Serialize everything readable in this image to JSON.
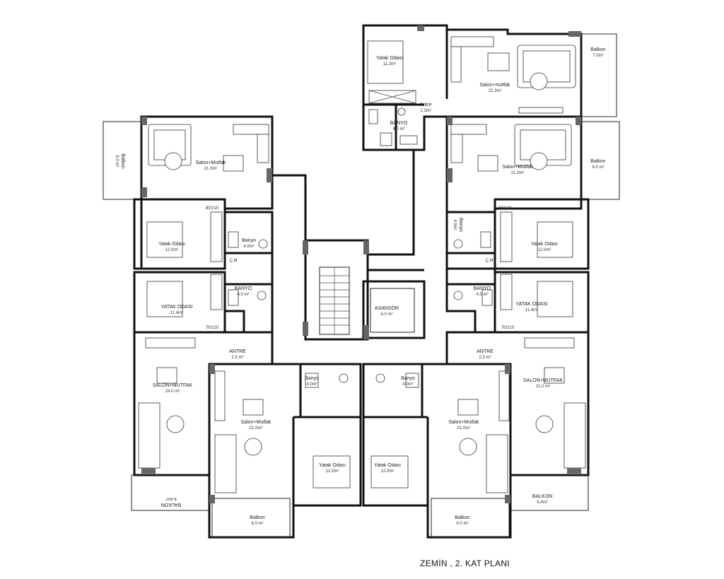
{
  "title": "ZEMİN , 2. KAT PLANI",
  "rooms": {
    "top_bedroom": {
      "name": "Yatak Odası",
      "area": "11.2m²"
    },
    "top_living": {
      "name": "Salon+mutfak",
      "area": "22.3m²"
    },
    "top_hall": {
      "name": "Antre",
      "area": "2.1m²"
    },
    "top_bath": {
      "name": "BANYO",
      "area": "4.0 m²"
    },
    "top_balcony": {
      "name": "Balkon",
      "area": "7.0m²"
    },
    "left_living": {
      "name": "Salon+Mutfak",
      "area": "21.0m²"
    },
    "left_balcony": {
      "name": "Balkon",
      "area": "6.0 m²"
    },
    "left_bed1": {
      "name": "Yatak Odası",
      "area": "12.0m²"
    },
    "left_bath1": {
      "name": "Banyo",
      "area": "4.0m²"
    },
    "left_bed2": {
      "name": "YATAK ODASI",
      "area": "11.4m²"
    },
    "left_bath2": {
      "name": "BANYO",
      "area": "4.0 m²"
    },
    "left_entry": {
      "name": "ANTRE",
      "area": "2.5 m²"
    },
    "left_lower_living": {
      "name": "SALON+MUTFAK",
      "area": "24.0 m²"
    },
    "left_lower_balcony": {
      "name": "BALKON",
      "area": "6.4m²"
    },
    "right_living": {
      "name": "Salon+Mutfak",
      "area": "21.0m²"
    },
    "right_balcony": {
      "name": "Balkon",
      "area": "6.0 m²"
    },
    "right_bath1": {
      "name": "Banyo",
      "area": "4.0m²"
    },
    "right_bed1": {
      "name": "Yatak Odası",
      "area": "12.0m²"
    },
    "right_bath2": {
      "name": "BANYO",
      "area": "4.0 m²"
    },
    "right_bed2": {
      "name": "YATAK ODASI",
      "area": "11.4m²"
    },
    "right_entry": {
      "name": "ANTRE",
      "area": "2.5 m²"
    },
    "right_lower_living": {
      "name": "SALON+MUTFAK",
      "area": "21.0 m²"
    },
    "right_lower_balcony": {
      "name": "BALKON",
      "area": "6.4m²"
    },
    "elevator": {
      "name": "ASANSÖR",
      "area": "4.0 m²"
    },
    "center_left_bath": {
      "name": "Banyo",
      "area": "4.0m²"
    },
    "center_right_bath": {
      "name": "Banyo",
      "area": "4.0m²"
    },
    "center_left_living": {
      "name": "Salon+Mutfak",
      "area": "21.0m²"
    },
    "center_right_living": {
      "name": "Salon+Mutfak",
      "area": "21.0m²"
    },
    "center_left_bed": {
      "name": "Yatak Odası",
      "area": "12.0m²"
    },
    "center_right_bed": {
      "name": "Yatak Odası",
      "area": "12.0m²"
    },
    "center_left_balcony": {
      "name": "Balkon",
      "area": "6.0 m²"
    },
    "center_right_balcony": {
      "name": "Balkon",
      "area": "6.0 m²"
    }
  },
  "small_labels": {
    "cm": "Ç.M",
    "door_sizes": [
      "80/210",
      "90/210",
      "70/210"
    ]
  }
}
